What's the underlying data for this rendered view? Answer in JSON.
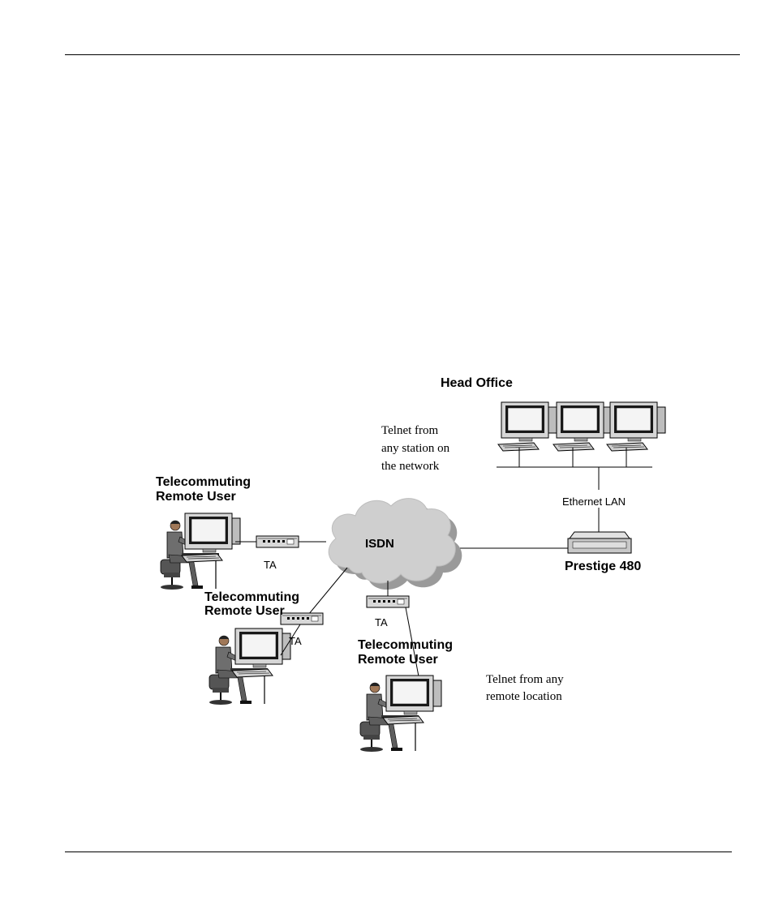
{
  "diagram": {
    "head_office": "Head Office",
    "telnet_network": [
      "Telnet from",
      "any station on",
      "the network"
    ],
    "ethernet_lan": "Ethernet LAN",
    "router": "Prestige 480",
    "cloud": "ISDN",
    "remote_user_1": [
      "Telecommuting",
      "Remote User"
    ],
    "remote_user_2": [
      "Telecommuting",
      "Remote User"
    ],
    "remote_user_3": [
      "Telecommuting",
      "Remote User"
    ],
    "ta_1": "TA",
    "ta_2": "TA",
    "ta_3": "TA",
    "telnet_remote": [
      "Telnet from any",
      "remote location"
    ]
  },
  "colors": {
    "cloud": "#cfcfcf",
    "cloud_shadow": "#9a9a9a",
    "device": "#c8c8c8",
    "screen": "#1a1a1a",
    "person": "#6e6e6e"
  },
  "icons": [
    "workstation-icon",
    "terminal-adapter-icon",
    "router-icon",
    "cloud-icon",
    "person-at-computer-icon"
  ]
}
